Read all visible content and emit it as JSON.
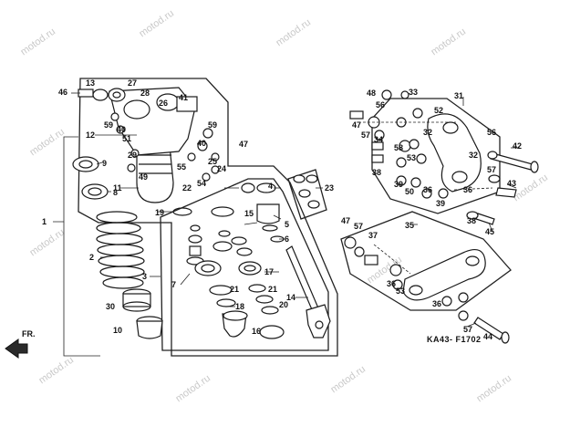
{
  "diagram": {
    "code": "KA43- F1702",
    "direction_label": "FR.",
    "watermark": "motod.ru",
    "callouts": [
      {
        "id": "c1",
        "text": "1"
      },
      {
        "id": "c2",
        "text": "2"
      },
      {
        "id": "c3",
        "text": "3"
      },
      {
        "id": "c4",
        "text": "4"
      },
      {
        "id": "c5",
        "text": "5"
      },
      {
        "id": "c6",
        "text": "6"
      },
      {
        "id": "c7",
        "text": "7"
      },
      {
        "id": "c8",
        "text": "8"
      },
      {
        "id": "c9",
        "text": "9"
      },
      {
        "id": "c10",
        "text": "10"
      },
      {
        "id": "c11",
        "text": "11"
      },
      {
        "id": "c12",
        "text": "12"
      },
      {
        "id": "c13",
        "text": "13"
      },
      {
        "id": "c14",
        "text": "14"
      },
      {
        "id": "c15",
        "text": "15"
      },
      {
        "id": "c16",
        "text": "16"
      },
      {
        "id": "c17",
        "text": "17"
      },
      {
        "id": "c18",
        "text": "18"
      },
      {
        "id": "c19",
        "text": "19"
      },
      {
        "id": "c20",
        "text": "20"
      },
      {
        "id": "c21a",
        "text": "21"
      },
      {
        "id": "c21b",
        "text": "21"
      },
      {
        "id": "c22",
        "text": "22"
      },
      {
        "id": "c23",
        "text": "23"
      },
      {
        "id": "c24",
        "text": "24"
      },
      {
        "id": "c25",
        "text": "25"
      },
      {
        "id": "c26",
        "text": "26"
      },
      {
        "id": "c27",
        "text": "27"
      },
      {
        "id": "c28",
        "text": "28"
      },
      {
        "id": "c29",
        "text": "29"
      },
      {
        "id": "c30",
        "text": "30"
      },
      {
        "id": "c31",
        "text": "31"
      },
      {
        "id": "c32a",
        "text": "32"
      },
      {
        "id": "c32b",
        "text": "32"
      },
      {
        "id": "c33",
        "text": "33"
      },
      {
        "id": "c34",
        "text": "34"
      },
      {
        "id": "c35",
        "text": "35"
      },
      {
        "id": "c36a",
        "text": "36"
      },
      {
        "id": "c36b",
        "text": "36"
      },
      {
        "id": "c36c",
        "text": "36"
      },
      {
        "id": "c36d",
        "text": "36"
      },
      {
        "id": "c37",
        "text": "37"
      },
      {
        "id": "c38a",
        "text": "38"
      },
      {
        "id": "c38b",
        "text": "38"
      },
      {
        "id": "c39a",
        "text": "39"
      },
      {
        "id": "c39b",
        "text": "39"
      },
      {
        "id": "c40a",
        "text": "40"
      },
      {
        "id": "c40b",
        "text": "40"
      },
      {
        "id": "c41",
        "text": "41"
      },
      {
        "id": "c42",
        "text": "42"
      },
      {
        "id": "c43",
        "text": "43"
      },
      {
        "id": "c44",
        "text": "44"
      },
      {
        "id": "c45",
        "text": "45"
      },
      {
        "id": "c46",
        "text": "46"
      },
      {
        "id": "c47a",
        "text": "47"
      },
      {
        "id": "c47b",
        "text": "47"
      },
      {
        "id": "c47c",
        "text": "47"
      },
      {
        "id": "c48",
        "text": "48"
      },
      {
        "id": "c49",
        "text": "49"
      },
      {
        "id": "c50",
        "text": "50"
      },
      {
        "id": "c51",
        "text": "51"
      },
      {
        "id": "c52",
        "text": "52"
      },
      {
        "id": "c53a",
        "text": "53"
      },
      {
        "id": "c53b",
        "text": "53"
      },
      {
        "id": "c54",
        "text": "54"
      },
      {
        "id": "c55",
        "text": "55"
      },
      {
        "id": "c56a",
        "text": "56"
      },
      {
        "id": "c56b",
        "text": "56"
      },
      {
        "id": "c57a",
        "text": "57"
      },
      {
        "id": "c57b",
        "text": "57"
      },
      {
        "id": "c57c",
        "text": "57"
      },
      {
        "id": "c57d",
        "text": "57"
      },
      {
        "id": "c58",
        "text": "58"
      },
      {
        "id": "c59a",
        "text": "59"
      },
      {
        "id": "c59b",
        "text": "59"
      }
    ]
  }
}
